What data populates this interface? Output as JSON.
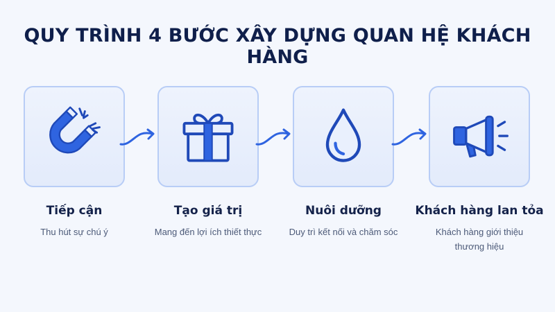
{
  "title": "QUY TRÌNH 4 BƯỚC XÂY DỰNG QUAN HỆ KHÁCH HÀNG",
  "accent_color": "#2f64e0",
  "steps": [
    {
      "icon": "magnet-icon",
      "title": "Tiếp cận",
      "desc": "Thu hút sự chú ý"
    },
    {
      "icon": "gift-icon",
      "title": "Tạo giá trị",
      "desc": "Mang đến lợi ích thiết thực"
    },
    {
      "icon": "water-drop-icon",
      "title": "Nuôi dưỡng",
      "desc": "Duy trì kết nối và chăm sóc"
    },
    {
      "icon": "megaphone-icon",
      "title": "Khách hàng lan tỏa",
      "desc": "Khách hàng giới thiệu thương hiệu"
    }
  ]
}
